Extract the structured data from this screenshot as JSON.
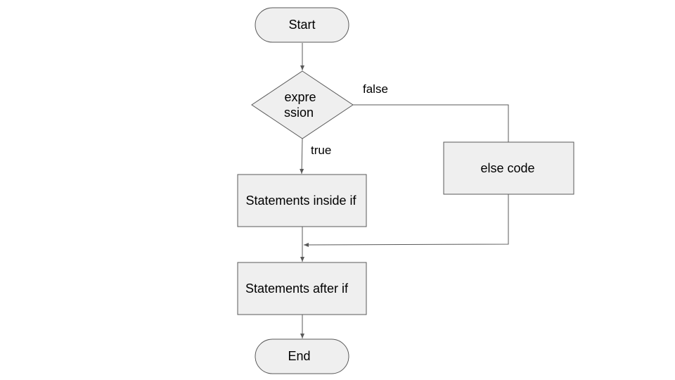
{
  "nodes": {
    "start": {
      "label": "Start"
    },
    "expression": {
      "label_line1": "expre",
      "label_line2": "ssion"
    },
    "if_block": {
      "label": "Statements inside if"
    },
    "else_block": {
      "label": "else code"
    },
    "after_block": {
      "label": "Statements after if"
    },
    "end": {
      "label": "End"
    }
  },
  "edges": {
    "true_label": "true",
    "false_label": "false"
  },
  "colors": {
    "node_fill": "#efefef",
    "stroke": "#595959",
    "text": "#000000"
  }
}
